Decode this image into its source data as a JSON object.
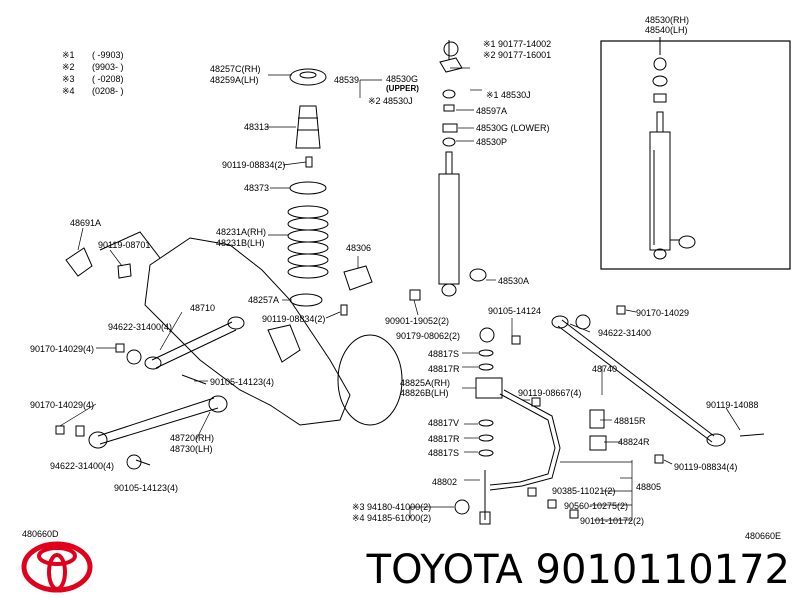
{
  "legend": [
    {
      "mark": "※1",
      "range": "(      -9903)"
    },
    {
      "mark": "※2",
      "range": "(9903-      )"
    },
    {
      "mark": "※3",
      "range": "(      -0208)"
    },
    {
      "mark": "※4",
      "range": "(0208-      )"
    }
  ],
  "parts": [
    "48257C(RH)",
    "48259A(LH)",
    "48539",
    "48313",
    "90119-08834(2)",
    "48373",
    "48231A(RH)",
    "48231B(LH)",
    "48306",
    "48257A",
    "90119-08834(2)",
    "48691A",
    "90119-08701",
    "48710",
    "94622-31400(4)",
    "90170-14029(4)",
    "90105-14123(4)",
    "90170-14029(4)",
    "48720(RH)",
    "48730(LH)",
    "94622-31400(4)",
    "90105-14123(4)",
    "※1 90177-14002",
    "※2 90177-16001",
    "48530G",
    "(UPPER)",
    "※1 48530J",
    "※2 48530J",
    "48597A",
    "48530G (LOWER)",
    "48530P",
    "48530A",
    "90901-19052(2)",
    "90105-14124",
    "90179-08062(2)",
    "48817S",
    "48817R",
    "48825A(RH)",
    "48826B(LH)",
    "90119-08667(4)",
    "48740",
    "48815R",
    "48817V",
    "48817R",
    "48824R",
    "48817S",
    "48802",
    "90385-11021(2)",
    "48805",
    "90560-10275(2)",
    "90101-10172(2)",
    "※3 94180-41000(2)",
    "※4 94185-61000(2)",
    "90170-14029",
    "94622-31400",
    "90119-14088",
    "90119-08834(4)",
    "48530(RH)",
    "48540(LH)"
  ],
  "ref_left": "480660D",
  "ref_right": "480660E",
  "brand": "TOYOTA",
  "part_number": "9010110172",
  "footer_text": "TOYOTA 9010110172"
}
